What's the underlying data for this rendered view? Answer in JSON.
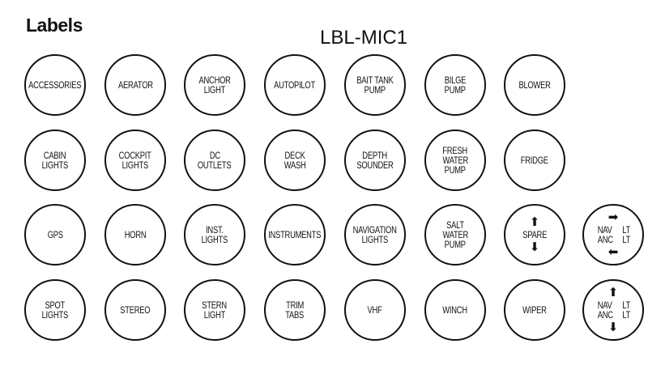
{
  "heading": "Labels",
  "title": "LBL-MIC1",
  "rows": [
    [
      {
        "lines": [
          "ACCESSORIES"
        ]
      },
      {
        "lines": [
          "AERATOR"
        ]
      },
      {
        "lines": [
          "ANCHOR",
          "LIGHT"
        ]
      },
      {
        "lines": [
          "AUTOPILOT"
        ]
      },
      {
        "lines": [
          "BAIT TANK",
          "PUMP"
        ]
      },
      {
        "lines": [
          "BILGE",
          "PUMP"
        ]
      },
      {
        "lines": [
          "BLOWER"
        ]
      }
    ],
    [
      {
        "lines": [
          "CABIN",
          "LIGHTS"
        ]
      },
      {
        "lines": [
          "COCKPIT",
          "LIGHTS"
        ]
      },
      {
        "lines": [
          "DC",
          "OUTLETS"
        ]
      },
      {
        "lines": [
          "DECK",
          "WASH"
        ]
      },
      {
        "lines": [
          "DEPTH",
          "SOUNDER"
        ]
      },
      {
        "lines": [
          "FRESH",
          "WATER",
          "PUMP"
        ]
      },
      {
        "lines": [
          "FRIDGE"
        ]
      }
    ],
    [
      {
        "lines": [
          "GPS"
        ]
      },
      {
        "lines": [
          "HORN"
        ]
      },
      {
        "lines": [
          "INST.",
          "LIGHTS"
        ]
      },
      {
        "lines": [
          "INSTRUMENTS"
        ]
      },
      {
        "lines": [
          "NAVIGATION",
          "LIGHTS"
        ]
      },
      {
        "lines": [
          "SALT",
          "WATER",
          "PUMP"
        ]
      },
      {
        "lines": [
          "SPARE"
        ],
        "top_arrow": "up-arrow-icon",
        "bottom_arrow": "down-arrow-icon"
      },
      {
        "nav": [
          "NAV",
          "LT",
          "ANC",
          "LT"
        ],
        "top_arrow": "right-arrow-icon",
        "bottom_arrow": "left-arrow-icon"
      }
    ],
    [
      {
        "lines": [
          "SPOT",
          "LIGHTS"
        ]
      },
      {
        "lines": [
          "STEREO"
        ]
      },
      {
        "lines": [
          "STERN",
          "LIGHT"
        ]
      },
      {
        "lines": [
          "TRIM",
          "TABS"
        ]
      },
      {
        "lines": [
          "VHF"
        ]
      },
      {
        "lines": [
          "WINCH"
        ]
      },
      {
        "lines": [
          "WIPER"
        ]
      },
      {
        "nav": [
          "NAV",
          "LT",
          "ANC",
          "LT"
        ],
        "top_arrow": "up-arrow-icon",
        "bottom_arrow": "down-arrow-icon"
      }
    ]
  ]
}
